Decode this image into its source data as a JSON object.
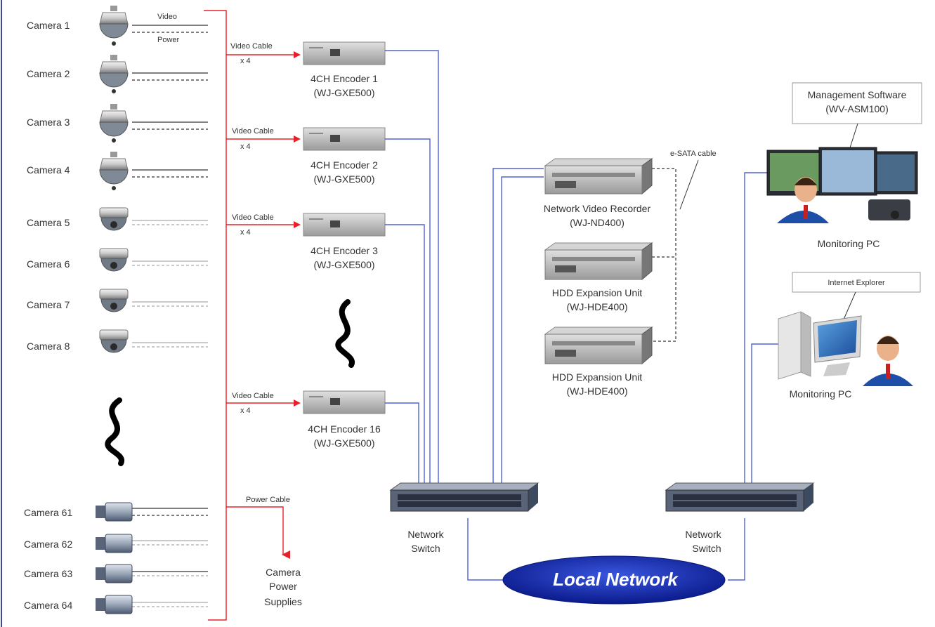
{
  "cameras": [
    {
      "label": "Camera 1",
      "type": "dome"
    },
    {
      "label": "Camera 2",
      "type": "dome"
    },
    {
      "label": "Camera 3",
      "type": "dome"
    },
    {
      "label": "Camera 4",
      "type": "dome"
    },
    {
      "label": "Camera 5",
      "type": "mini-dome"
    },
    {
      "label": "Camera 6",
      "type": "mini-dome"
    },
    {
      "label": "Camera 7",
      "type": "mini-dome"
    },
    {
      "label": "Camera 8",
      "type": "mini-dome"
    },
    {
      "label": "Camera 61",
      "type": "box"
    },
    {
      "label": "Camera 62",
      "type": "box"
    },
    {
      "label": "Camera 63",
      "type": "box"
    },
    {
      "label": "Camera 64",
      "type": "box"
    }
  ],
  "cable_labels": {
    "video": "Video",
    "power": "Power",
    "video_cable": "Video Cable",
    "times4": "x 4",
    "power_cable": "Power Cable",
    "esata": "e-SATA cable"
  },
  "encoders": [
    {
      "name": "4CH Encoder 1",
      "model": "(WJ-GXE500)"
    },
    {
      "name": "4CH Encoder 2",
      "model": "(WJ-GXE500)"
    },
    {
      "name": "4CH Encoder 3",
      "model": "(WJ-GXE500)"
    },
    {
      "name": "4CH Encoder 16",
      "model": "(WJ-GXE500)"
    }
  ],
  "power_supplies": [
    "Camera",
    "Power",
    "Supplies"
  ],
  "recorder": {
    "name": "Network Video Recorder",
    "model": "(WJ-ND400)"
  },
  "expansions": [
    {
      "name": "HDD Expansion Unit",
      "model": "(WJ-HDE400)"
    },
    {
      "name": "HDD Expansion Unit",
      "model": "(WJ-HDE400)"
    }
  ],
  "switches": [
    {
      "line1": "Network",
      "line2": "Switch"
    },
    {
      "line1": "Network",
      "line2": "Switch"
    }
  ],
  "local_network": "Local Network",
  "management_software": {
    "line1": "Management Software",
    "line2": "(WV-ASM100)"
  },
  "internet_explorer": "Internet Explorer",
  "monitoring_pc": "Monitoring PC",
  "monitoring_pc_2": "Monitoring PC",
  "colors": {
    "power": "#e8202a",
    "network": "#5060d8",
    "ellipse": "#1a2fb5"
  },
  "icons": {
    "dome": "ptz-dome-camera-icon",
    "mini_dome": "mini-dome-camera-icon",
    "box": "box-camera-icon",
    "encoder": "encoder-icon",
    "recorder": "recorder-icon",
    "switch": "network-switch-icon",
    "user": "user-icon"
  }
}
